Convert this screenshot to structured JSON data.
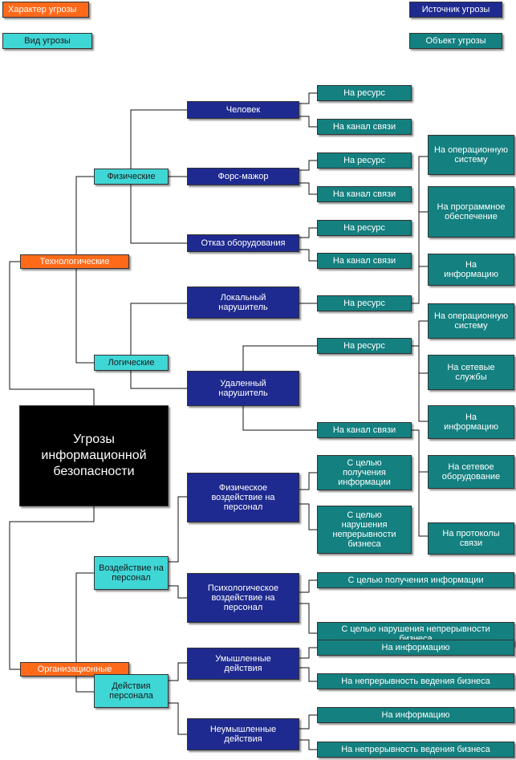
{
  "legend": {
    "character": "Характер угрозы",
    "source": "Источник угрозы",
    "kind": "Вид угрозы",
    "object": "Объект угрозы"
  },
  "root": "Угрозы информационной безопасности",
  "character": {
    "technological": "Технологические",
    "organizational": "Организационные"
  },
  "kinds": {
    "physical": "Физические",
    "logical": "Логические",
    "personnel_impact": "Воздействие на персонал",
    "personnel_actions": "Действия персонала"
  },
  "sources": {
    "human": "Человек",
    "force_majeure": "Форс-мажор",
    "equipment_failure": "Отказ оборудования",
    "local_intruder": "Локальный нарушитель",
    "remote_intruder": "Удаленный нарушитель",
    "physical_impact": "Физическое воздействие на персонал",
    "psychological_impact": "Психологическое воздействие на персонал",
    "intentional": "Умышленные действия",
    "unintentional": "Неумышленные действия"
  },
  "objects": {
    "human_resource": "На ресурс",
    "human_channel": "На канал связи",
    "fm_resource": "На ресурс",
    "fm_channel": "На канал связи",
    "eq_resource": "На ресурс",
    "eq_channel": "На канал связи",
    "local_resource": "На ресурс",
    "remote_resource": "На ресурс",
    "remote_channel": "На канал связи",
    "phys_obtain": "С целью получения информации",
    "phys_disrupt": "С целью нарушения непрерывности бизнеса",
    "psych_obtain": "С целью получения информации",
    "psych_disrupt": "С целью нарушения непрерывности бизнеса",
    "int_info": "На информацию",
    "int_continuity": "На непрерывность ведения бизнеса",
    "unint_info": "На информацию",
    "unint_continuity": "На непрерывность ведения бизнеса"
  },
  "targets": {
    "os1": "На операционную систему",
    "software": "На программное обеспечение",
    "info1": "На информацию",
    "os2": "На операционную систему",
    "net_services": "На сетевые службы",
    "info2": "На информацию",
    "net_equipment": "На сетевое оборудование",
    "protocols": "На протоколы связи"
  },
  "colors": {
    "character": "#ff6a1a",
    "kind": "#3fd6d6",
    "source": "#1e2a8f",
    "object": "#148080",
    "root": "#000000"
  }
}
